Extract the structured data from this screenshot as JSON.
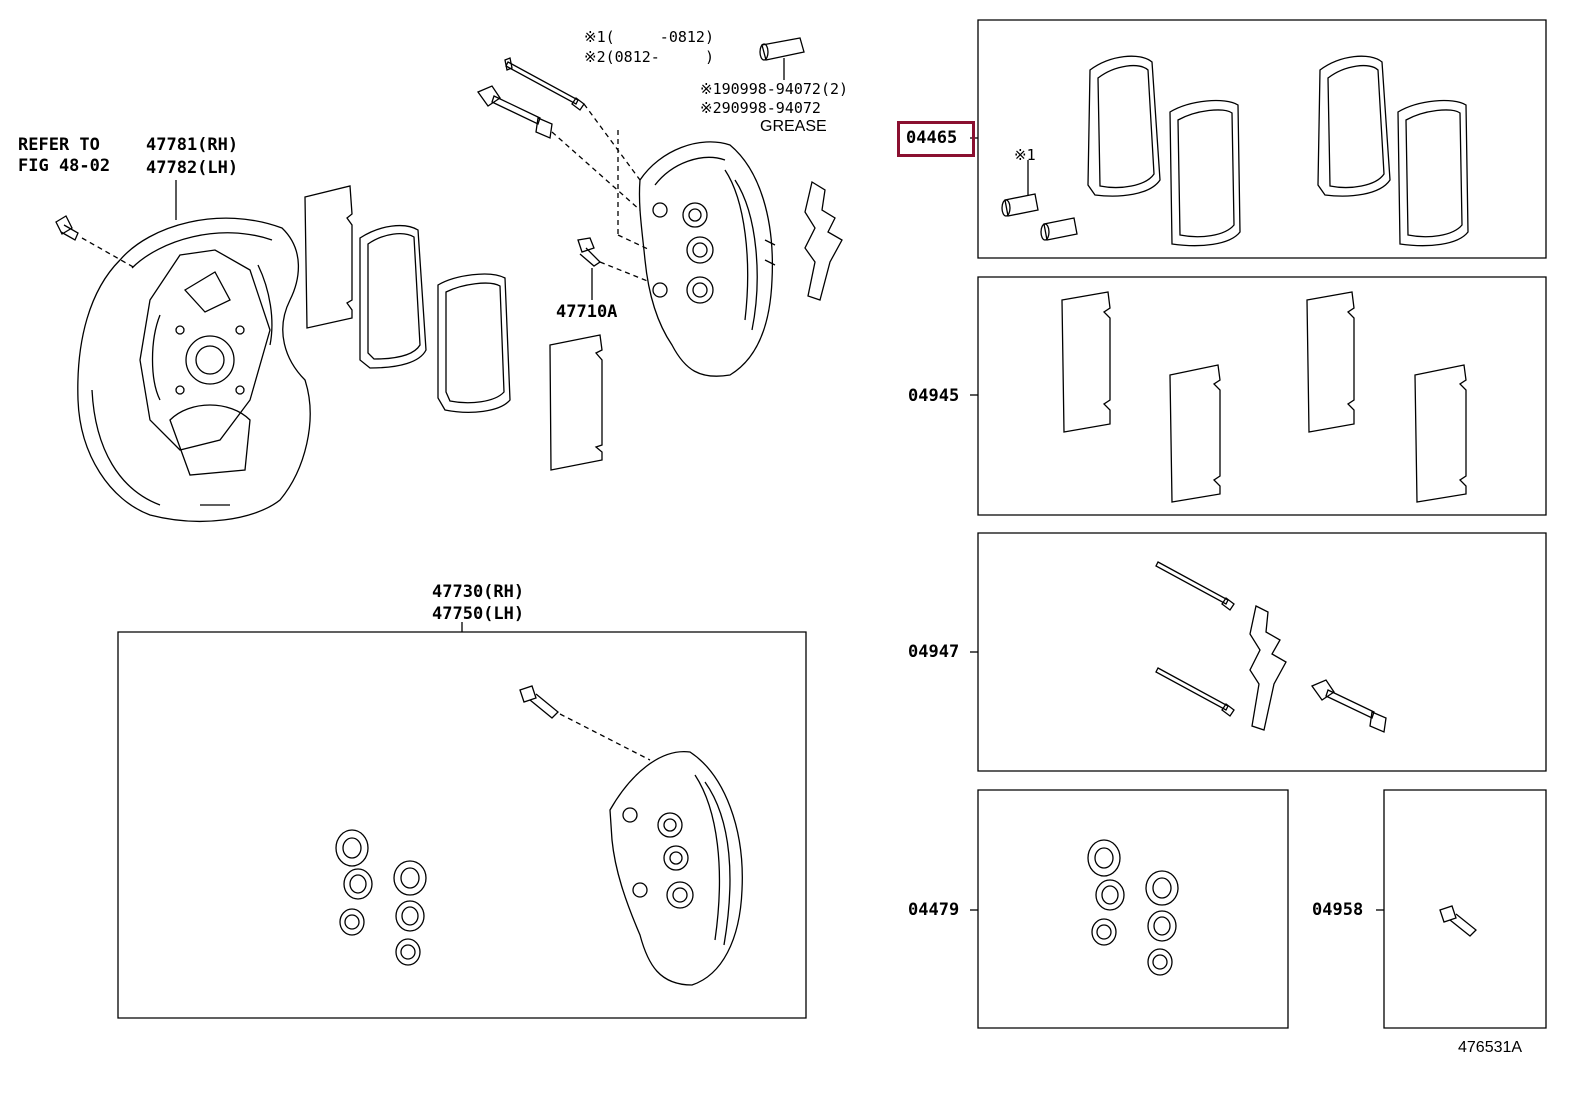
{
  "callouts": {
    "refer_to": "REFER TO",
    "fig_ref": "FIG 48-02",
    "shield_rh": "47781(RH)",
    "shield_lh": "47782(LH)",
    "bleeder_plug": "47710A",
    "caliper_rh": "47730(RH)",
    "caliper_lh": "47750(LH)",
    "note_1": "※1(     -0812)",
    "note_2": "※2(0812-     )",
    "grease_1": "※190998-94072(2)",
    "grease_2": "※290998-94072",
    "grease_word": "GREASE",
    "pad_kit_note": "※1"
  },
  "kits": {
    "pad_kit": "04465",
    "shim_kit": "04945",
    "pin_kit": "04947",
    "cylinder_kit": "04479",
    "bleeder_kit": "04958"
  },
  "figure_id": "476531A",
  "colors": {
    "line": "#000000",
    "highlight": "#8a1030",
    "background": "#ffffff"
  }
}
